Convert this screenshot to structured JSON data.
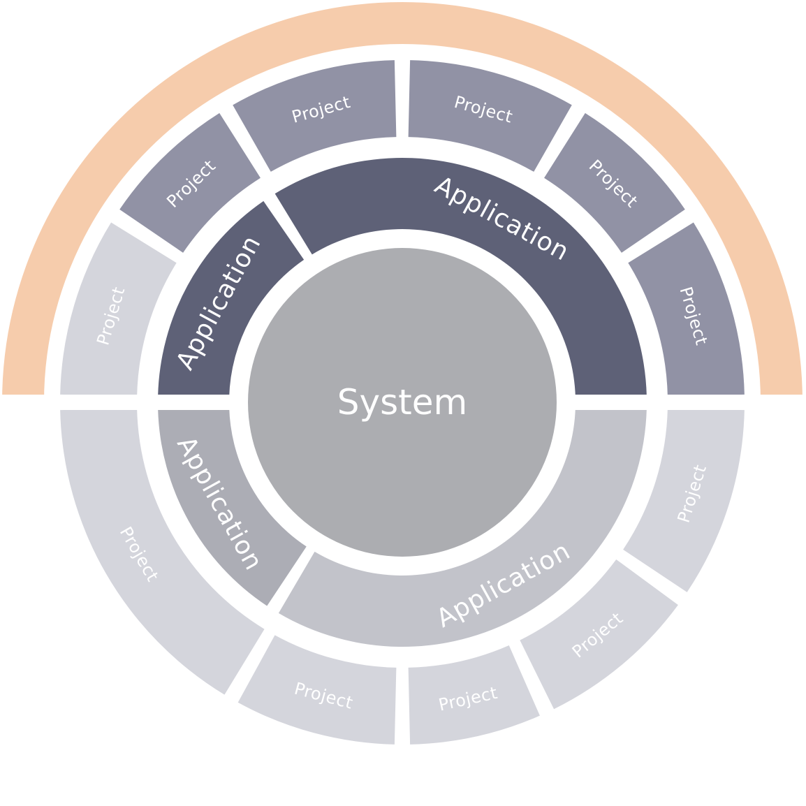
{
  "colors": {
    "accent_arc": "#f6ccac",
    "center": "#acadb1",
    "app_active": "#5e6177",
    "app_inactive_left": "#acadb5",
    "app_inactive_bottom": "#c2c3ca",
    "project_active": "#9192a5",
    "project_inactive": "#d4d5dc",
    "background": "#ffffff"
  },
  "center": {
    "label": "System"
  },
  "applications": [
    {
      "label": "Application",
      "state": "active"
    },
    {
      "label": "Application",
      "state": "active"
    },
    {
      "label": "Application",
      "state": "inactive"
    },
    {
      "label": "Application",
      "state": "inactive"
    }
  ],
  "projects": [
    {
      "label": "Project",
      "state": "active"
    },
    {
      "label": "Project",
      "state": "active"
    },
    {
      "label": "Project",
      "state": "active"
    },
    {
      "label": "Project",
      "state": "active"
    },
    {
      "label": "Project",
      "state": "active"
    },
    {
      "label": "Project",
      "state": "inactive"
    },
    {
      "label": "Project",
      "state": "inactive"
    },
    {
      "label": "Project",
      "state": "inactive"
    },
    {
      "label": "Project",
      "state": "inactive"
    },
    {
      "label": "Project",
      "state": "inactive"
    },
    {
      "label": "Project",
      "state": "inactive"
    }
  ]
}
